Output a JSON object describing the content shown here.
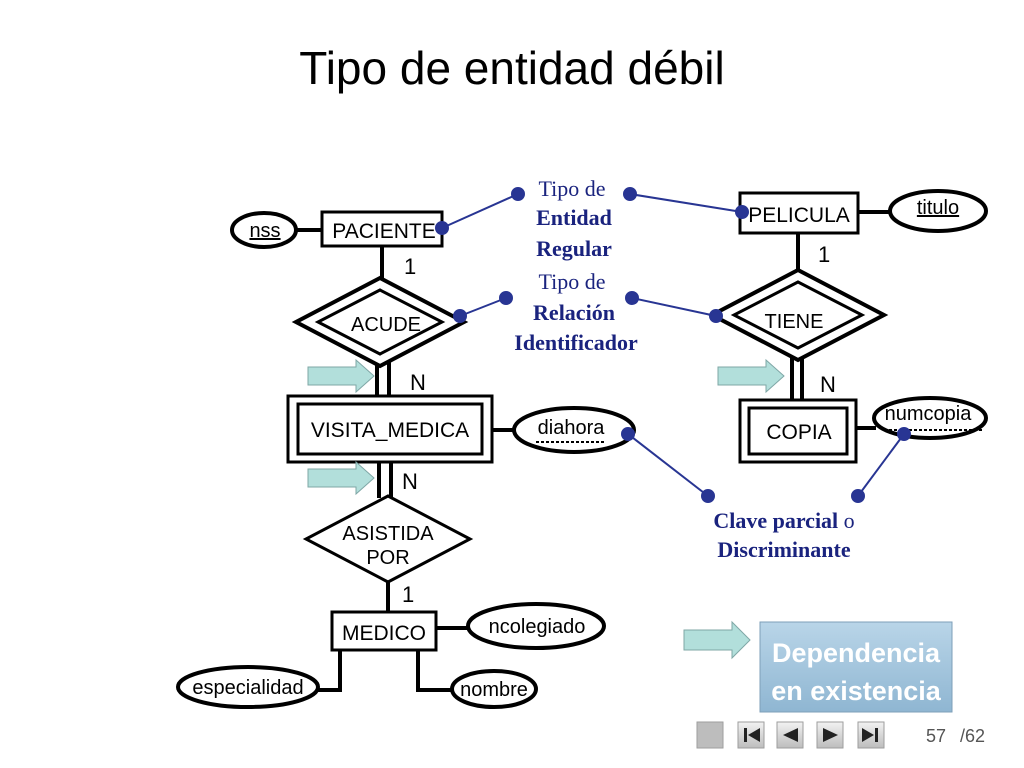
{
  "slide": {
    "title": "Tipo de entidad débil",
    "page_current": "57",
    "page_total": "/62"
  },
  "colors": {
    "line": "#000000",
    "annotation": "#1a237e",
    "dot": "#283593",
    "arrow_fill": "#b2dfdb",
    "callout_fill": "#a7c7de",
    "callout_text": "#ffffff"
  },
  "diagram": {
    "entities": {
      "paciente": "PACIENTE",
      "visita_medica": "VISITA_MEDICA",
      "medico": "MEDICO",
      "pelicula": "PELICULA",
      "copia": "COPIA"
    },
    "relationships": {
      "acude": "ACUDE",
      "asistida_line1": "ASISTIDA",
      "asistida_line2": "POR",
      "tiene": "TIENE"
    },
    "attributes": {
      "nss": "nss",
      "diahora": "diahora",
      "ncolegiado": "ncolegiado",
      "especialidad": "especialidad",
      "nombre": "nombre",
      "titulo": "titulo",
      "numcopia": "numcopia"
    },
    "cardinalities": {
      "paciente_acude": "1",
      "acude_visita": "N",
      "visita_asistida": "N",
      "asistida_medico": "1",
      "pelicula_tiene": "1",
      "tiene_copia": "N"
    }
  },
  "annotations": {
    "regular_line1": "Tipo de",
    "regular_line2": "Entidad",
    "regular_line3": "Regular",
    "identificador_line1": "Tipo de",
    "identificador_line2": "Relación",
    "identificador_line3": "Identificador",
    "clave_bold": "Clave parcial",
    "clave_o": " o",
    "clave_line2": "Discriminante"
  },
  "callout": {
    "line1": "Dependencia",
    "line2": "en existencia"
  },
  "navigation": {
    "icons": [
      "blank-square-icon",
      "first-page-icon",
      "previous-page-icon",
      "next-page-icon",
      "last-page-icon"
    ]
  }
}
